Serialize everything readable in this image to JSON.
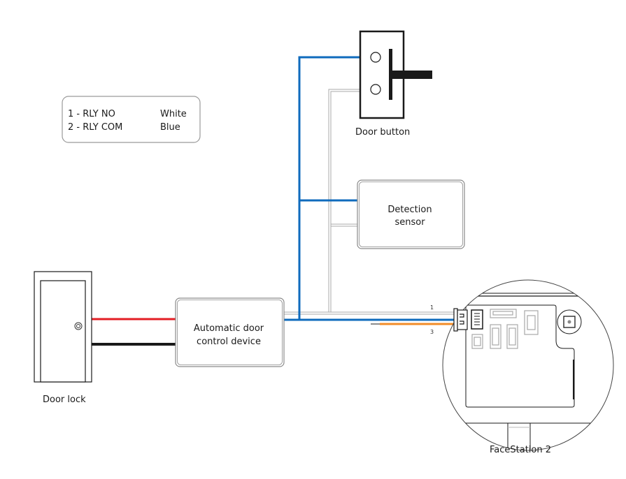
{
  "legend": {
    "rows": [
      {
        "pin": "1 - RLY NO",
        "color": "White"
      },
      {
        "pin": "2 - RLY COM",
        "color": "Blue"
      }
    ]
  },
  "components": {
    "door_button": "Door button",
    "detection_sensor_line1": "Detection",
    "detection_sensor_line2": "sensor",
    "door_lock": "Door lock",
    "controller_line1": "Automatic door",
    "controller_line2": "control device",
    "facestation": "FaceStation 2"
  },
  "wire_labels": {
    "wire1": "1",
    "wire3": "3"
  },
  "colors": {
    "blue_wire": "#0f6bbd",
    "white_wire": "#b5b5b5",
    "red_wire": "#e31e24",
    "black_wire": "#1a1a1a",
    "orange_wire": "#f28c28"
  }
}
